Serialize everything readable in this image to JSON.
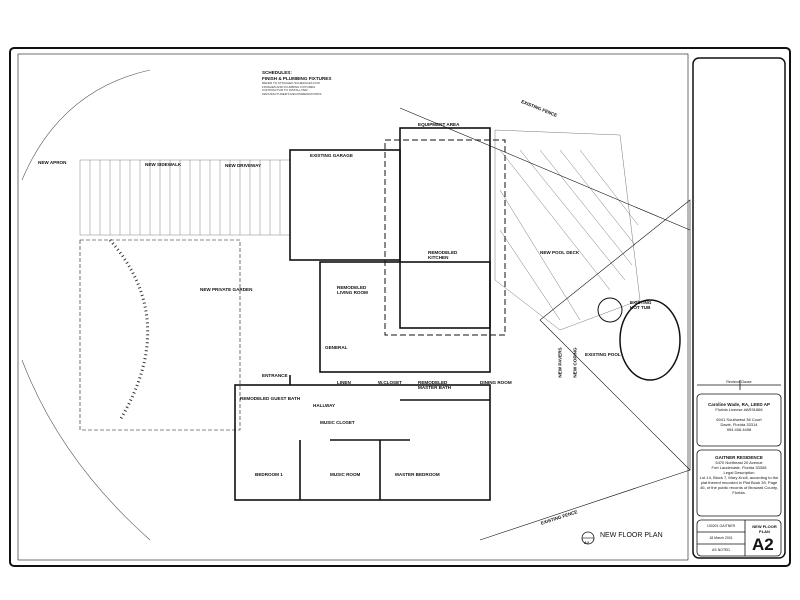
{
  "schedules": {
    "title": "SCHEDULES:",
    "subtitle": "FINISH & PLUMBING FIXTURES",
    "note": "REFER TO ATTACHED SCHEDULES FOR FINISHES AND PLUMBING FIXTURES. CONTRACTOR TO INSTALL PER MANUFACTURER'S RECOMMENDATIONS."
  },
  "labels": {
    "fence_top": "EXISTING FENCE",
    "fence_bottom": "EXISTING FENCE",
    "equipment": "EQUIPMENT AREA",
    "garage": "EXISTING GARAGE",
    "kitchen": "REMODELED KITCHEN",
    "pool_deck": "NEW POOL DECK",
    "hot_tub": "EXISTING HOT TUB",
    "pool": "EXISTING POOL",
    "pavers": "NEW PAVERS",
    "coping": "NEW COPING",
    "apron": "NEW APRON",
    "sidewalk": "NEW SIDEWALK",
    "driveway": "NEW DRIVEWAY",
    "garden": "NEW PRIVATE GARDEN",
    "living": "REMODELED LIVING ROOM",
    "general": "GENERAL",
    "entrance": "ENTRANCE",
    "linen": "LINEN",
    "wcloset": "W.CLOSET",
    "master_bath": "REMODELED MASTER BATH",
    "dining": "DINING ROOM",
    "guest_bath": "REMODELED GUEST BATH",
    "hallway": "HALLWAY",
    "music_closet": "MUSIC CLOSET",
    "bedroom1": "BEDROOM 1",
    "music_room": "MUSIC ROOM",
    "master_bedroom": "MASTER BEDROOM"
  },
  "plan_title": "NEW FLOOR PLAN",
  "plan_ref": "A2",
  "title_block": {
    "revision": "Revision Clause",
    "architect": "Caroline Wade, RA, LEED AP",
    "license": "Florida License #AR91866",
    "addr1": "6041 Southwest 36 Court",
    "addr2": "Davie, Florida 33314",
    "phone": "954.406.4498",
    "project": "GAITNER RESIDENCE",
    "paddr1": "5470 Northeast 20 Avenue",
    "paddr2": "Fort Lauderdale, Florida 33308",
    "legal_title": "Legal Description",
    "legal": "Lot 14, Block 7, Mary-Knoll, according to the plat thereof recorded in Plat Book 39, Page 46, of the public records of Broward County, Florida.",
    "job": "100201 GAITNER",
    "date": "18 March 2001",
    "scale": "AS NOTED",
    "sheet_title": "NEW FLOOR PLAN",
    "sheet": "A2"
  }
}
